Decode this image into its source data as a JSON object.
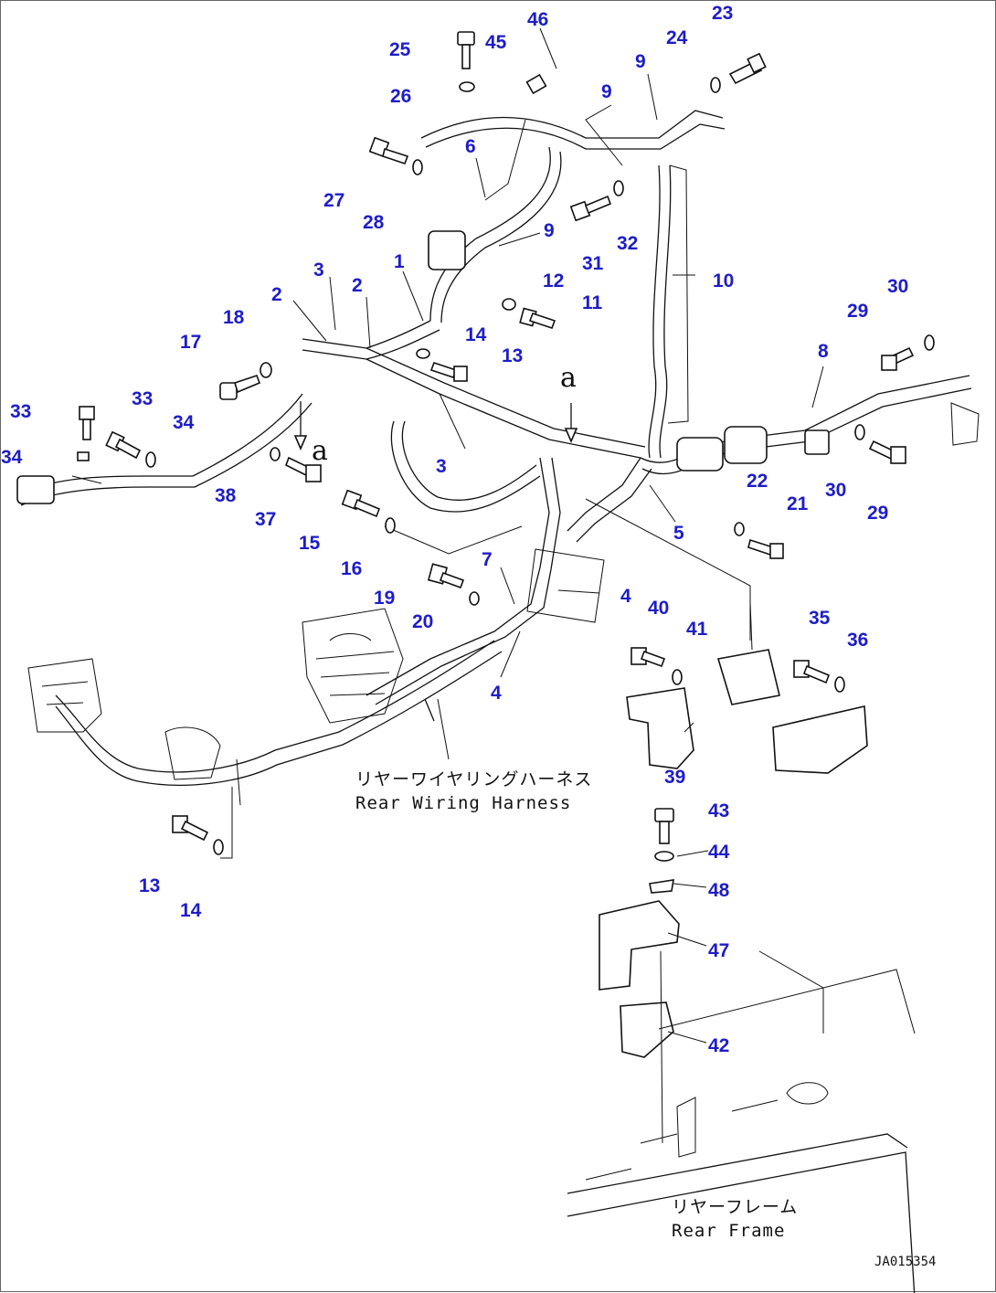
{
  "figure": {
    "code": "JA015354",
    "colors": {
      "callout": "#1d1dc9",
      "linework": "#111111",
      "background": "#ffffff"
    }
  },
  "captions": {
    "rear_wiring_harness_jp": "リヤーワイヤリングハーネス",
    "rear_wiring_harness_en": "Rear Wiring Harness",
    "rear_frame_jp": "リヤーフレーム",
    "rear_frame_en": "Rear Frame"
  },
  "markers": {
    "view_a": "a"
  },
  "callouts": [
    "1",
    "2",
    "3",
    "4",
    "5",
    "6",
    "7",
    "8",
    "9",
    "10",
    "11",
    "12",
    "13",
    "14",
    "15",
    "16",
    "17",
    "18",
    "19",
    "20",
    "21",
    "22",
    "23",
    "24",
    "25",
    "26",
    "27",
    "28",
    "29",
    "30",
    "31",
    "32",
    "33",
    "34",
    "35",
    "36",
    "37",
    "38",
    "39",
    "40",
    "41",
    "42",
    "43",
    "44",
    "45",
    "46",
    "47",
    "48"
  ]
}
